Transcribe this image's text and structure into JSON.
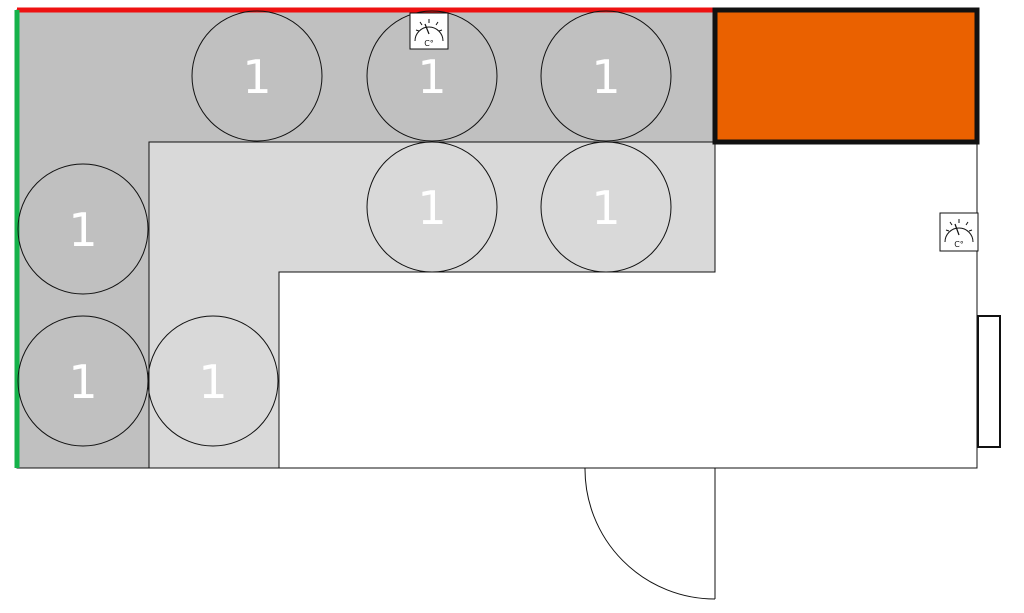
{
  "colors": {
    "outer_zone": "#c0c0c0",
    "inner_zone": "#d9d9d9",
    "wall_red": "#ee1111",
    "wall_green": "#15b24a",
    "equipment_fill": "#ea6100",
    "outline": "#111111",
    "label": "#ffffff"
  },
  "items": [
    {
      "id": "top-1",
      "label": "1"
    },
    {
      "id": "top-2",
      "label": "1"
    },
    {
      "id": "top-3",
      "label": "1"
    },
    {
      "id": "mid-1",
      "label": "1"
    },
    {
      "id": "mid-2",
      "label": "1"
    },
    {
      "id": "left-1",
      "label": "1"
    },
    {
      "id": "left-2",
      "label": "1"
    },
    {
      "id": "inner-1",
      "label": "1"
    }
  ],
  "thermometers": [
    {
      "id": "top",
      "unit": "C°"
    },
    {
      "id": "right",
      "unit": "C°"
    }
  ],
  "icons": {
    "thermometer": "thermometer-icon",
    "door": "door-icon",
    "radiator": "radiator-icon"
  }
}
